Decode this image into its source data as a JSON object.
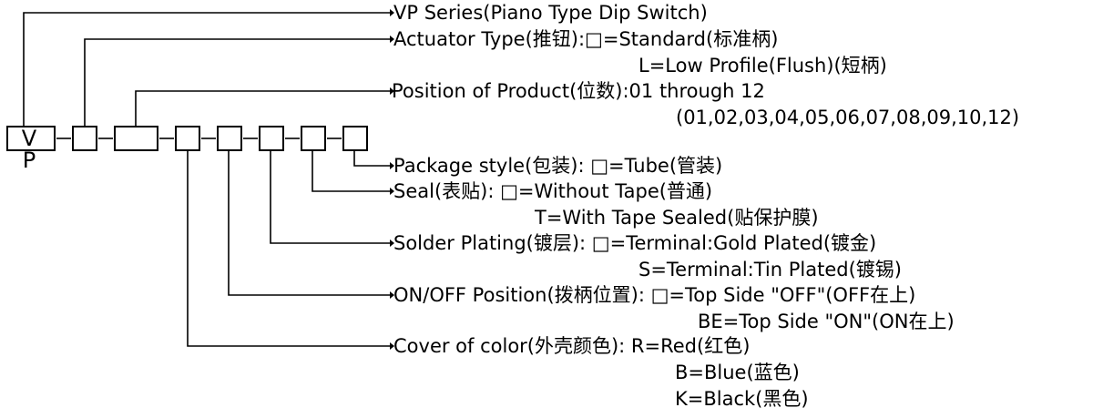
{
  "code": {
    "prefix": "V P",
    "separator": "–"
  },
  "lines": [
    {
      "id": "series",
      "text": "VP Series(Piano Type Dip Switch)"
    },
    {
      "id": "actuator",
      "text": "Actuator Type(推钮):□=Standard(标准柄)"
    },
    {
      "id": "actuator-2",
      "text": "L=Low Profile(Flush)(短柄)"
    },
    {
      "id": "position",
      "text": "Position of Product(位数):01 through 12"
    },
    {
      "id": "position-2",
      "text": "(01,02,03,04,05,06,07,08,09,10,12)"
    },
    {
      "id": "package",
      "text": "Package style(包装): □=Tube(管装)"
    },
    {
      "id": "seal",
      "text": "Seal(表贴): □=Without Tape(普通)"
    },
    {
      "id": "seal-2",
      "text": "T=With Tape Sealed(贴保护膜)"
    },
    {
      "id": "solder",
      "text": "Solder Plating(镀层): □=Terminal:Gold Plated(镀金)"
    },
    {
      "id": "solder-2",
      "text": "S=Terminal:Tin Plated(镀锡)"
    },
    {
      "id": "onoff",
      "text": "ON/OFF Position(拨柄位置): □=Top Side \"OFF\"(OFF在上)"
    },
    {
      "id": "onoff-2",
      "text": "BE=Top Side \"ON\"(ON在上)"
    },
    {
      "id": "color",
      "text": "Cover of color(外壳颜色): R=Red(红色)"
    },
    {
      "id": "color-2",
      "text": "B=Blue(蓝色)"
    },
    {
      "id": "color-3",
      "text": "K=Black(黑色)"
    }
  ]
}
